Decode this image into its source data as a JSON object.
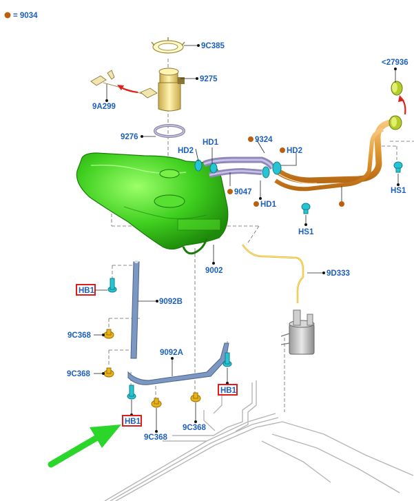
{
  "legend": {
    "dot_color": "#b8610f",
    "text": "= 9034"
  },
  "labels": {
    "c9385": "9C385",
    "p9275": "9275",
    "a9299": "9A299",
    "p9276": "9276",
    "p27936": "<27936",
    "p9324": "9324",
    "hd2_left": "HD2",
    "hd1_left": "HD1",
    "hd2_right": "HD2",
    "p9047": "9047",
    "hd1_right": "HD1",
    "hs1_right": "HS1",
    "hs1_center": "HS1",
    "p9002": "9002",
    "d333": "9D333",
    "b9092": "9092B",
    "a9092": "9092A",
    "c368_a": "9C368",
    "c368_b": "9C368",
    "c368_c": "9C368",
    "c368_d": "9C368",
    "hb1_top": "HB1",
    "hb1_right": "HB1",
    "hb1_bottom": "HB1"
  },
  "colors": {
    "label": "#1d5fbf",
    "tank": "#3fcf1f",
    "filler_pipe": "#e0962f",
    "bracket_metal": "#6f8fb8",
    "clip_teal": "#29c4d4",
    "clip_gold": "#e8b316",
    "highlight_box": "#e01b1b",
    "callout_arrow": "#2bd62b",
    "red_arrow": "#e0201c"
  },
  "icons": {
    "callout_arrow": "green-arrow-icon",
    "red_arrow": "red-arrow-icon"
  }
}
